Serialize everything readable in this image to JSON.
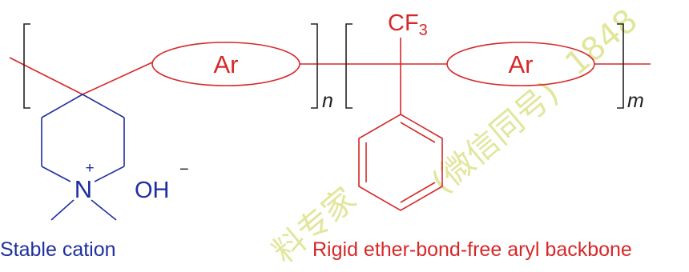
{
  "colors": {
    "backbone": "#d62828",
    "cation": "#1f2f9f",
    "bracket": "#222222",
    "watermark": "#c9d34a"
  },
  "labels": {
    "ar_left": "Ar",
    "ar_right": "Ar",
    "cf3_main": "CF",
    "cf3_sub": "3",
    "n_sub": "n",
    "m_sub": "m",
    "nitrogen": "N",
    "nitrogen_charge": "+",
    "hydroxide": "OH",
    "hydroxide_charge": "−"
  },
  "captions": {
    "cation": "Stable cation",
    "backbone": "Rigid ether-bond-free aryl backbone"
  }
}
